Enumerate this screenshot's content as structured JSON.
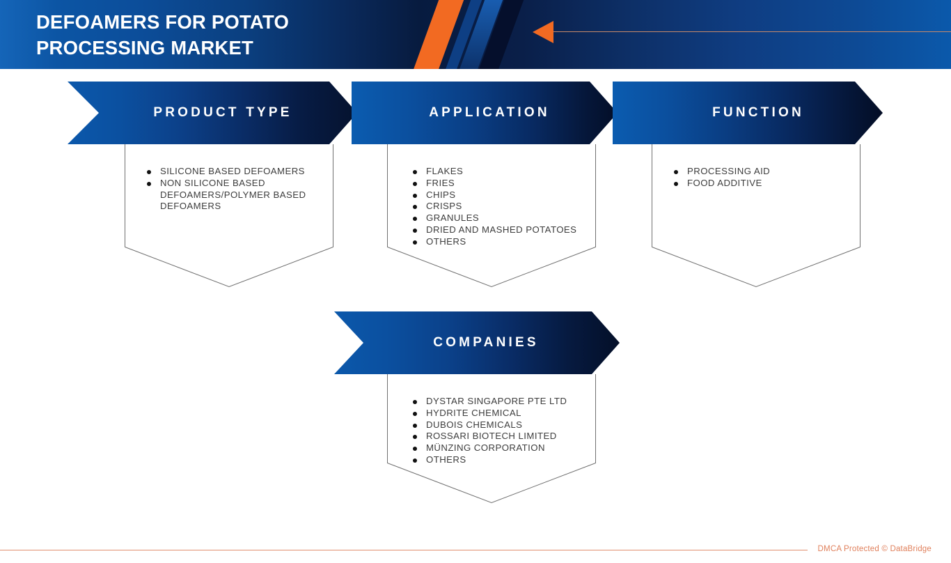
{
  "header": {
    "title": "DEFOAMERS FOR POTATO PROCESSING MARKET",
    "accent_orange": "#f26a22",
    "gradient_start": "#1565b8",
    "gradient_mid": "#071b3f",
    "gradient_end": "#0b59ab"
  },
  "sections": [
    {
      "id": "product-type",
      "label": "PRODUCT TYPE",
      "items": [
        "SILICONE BASED DEFOAMERS",
        "NON SILICONE BASED DEFOAMERS/POLYMER BASED DEFOAMERS"
      ]
    },
    {
      "id": "application",
      "label": "APPLICATION",
      "items": [
        "FLAKES",
        "FRIES",
        "CHIPS",
        "CRISPS",
        "GRANULES",
        "DRIED AND MASHED POTATOES",
        "OTHERS"
      ]
    },
    {
      "id": "function",
      "label": "FUNCTION",
      "items": [
        "PROCESSING AID",
        "FOOD ADDITIVE"
      ]
    },
    {
      "id": "companies",
      "label": "COMPANIES",
      "items": [
        "DYSTAR SINGAPORE PTE LTD",
        "HYDRITE CHEMICAL",
        "DUBOIS CHEMICALS",
        "ROSSARI BIOTECH LIMITED",
        "MÜNZING CORPORATION",
        "OTHERS"
      ]
    }
  ],
  "footer": {
    "credit": "DMCA Protected © DataBridge",
    "line_color": "#e09070",
    "text_color": "#e0805c"
  }
}
